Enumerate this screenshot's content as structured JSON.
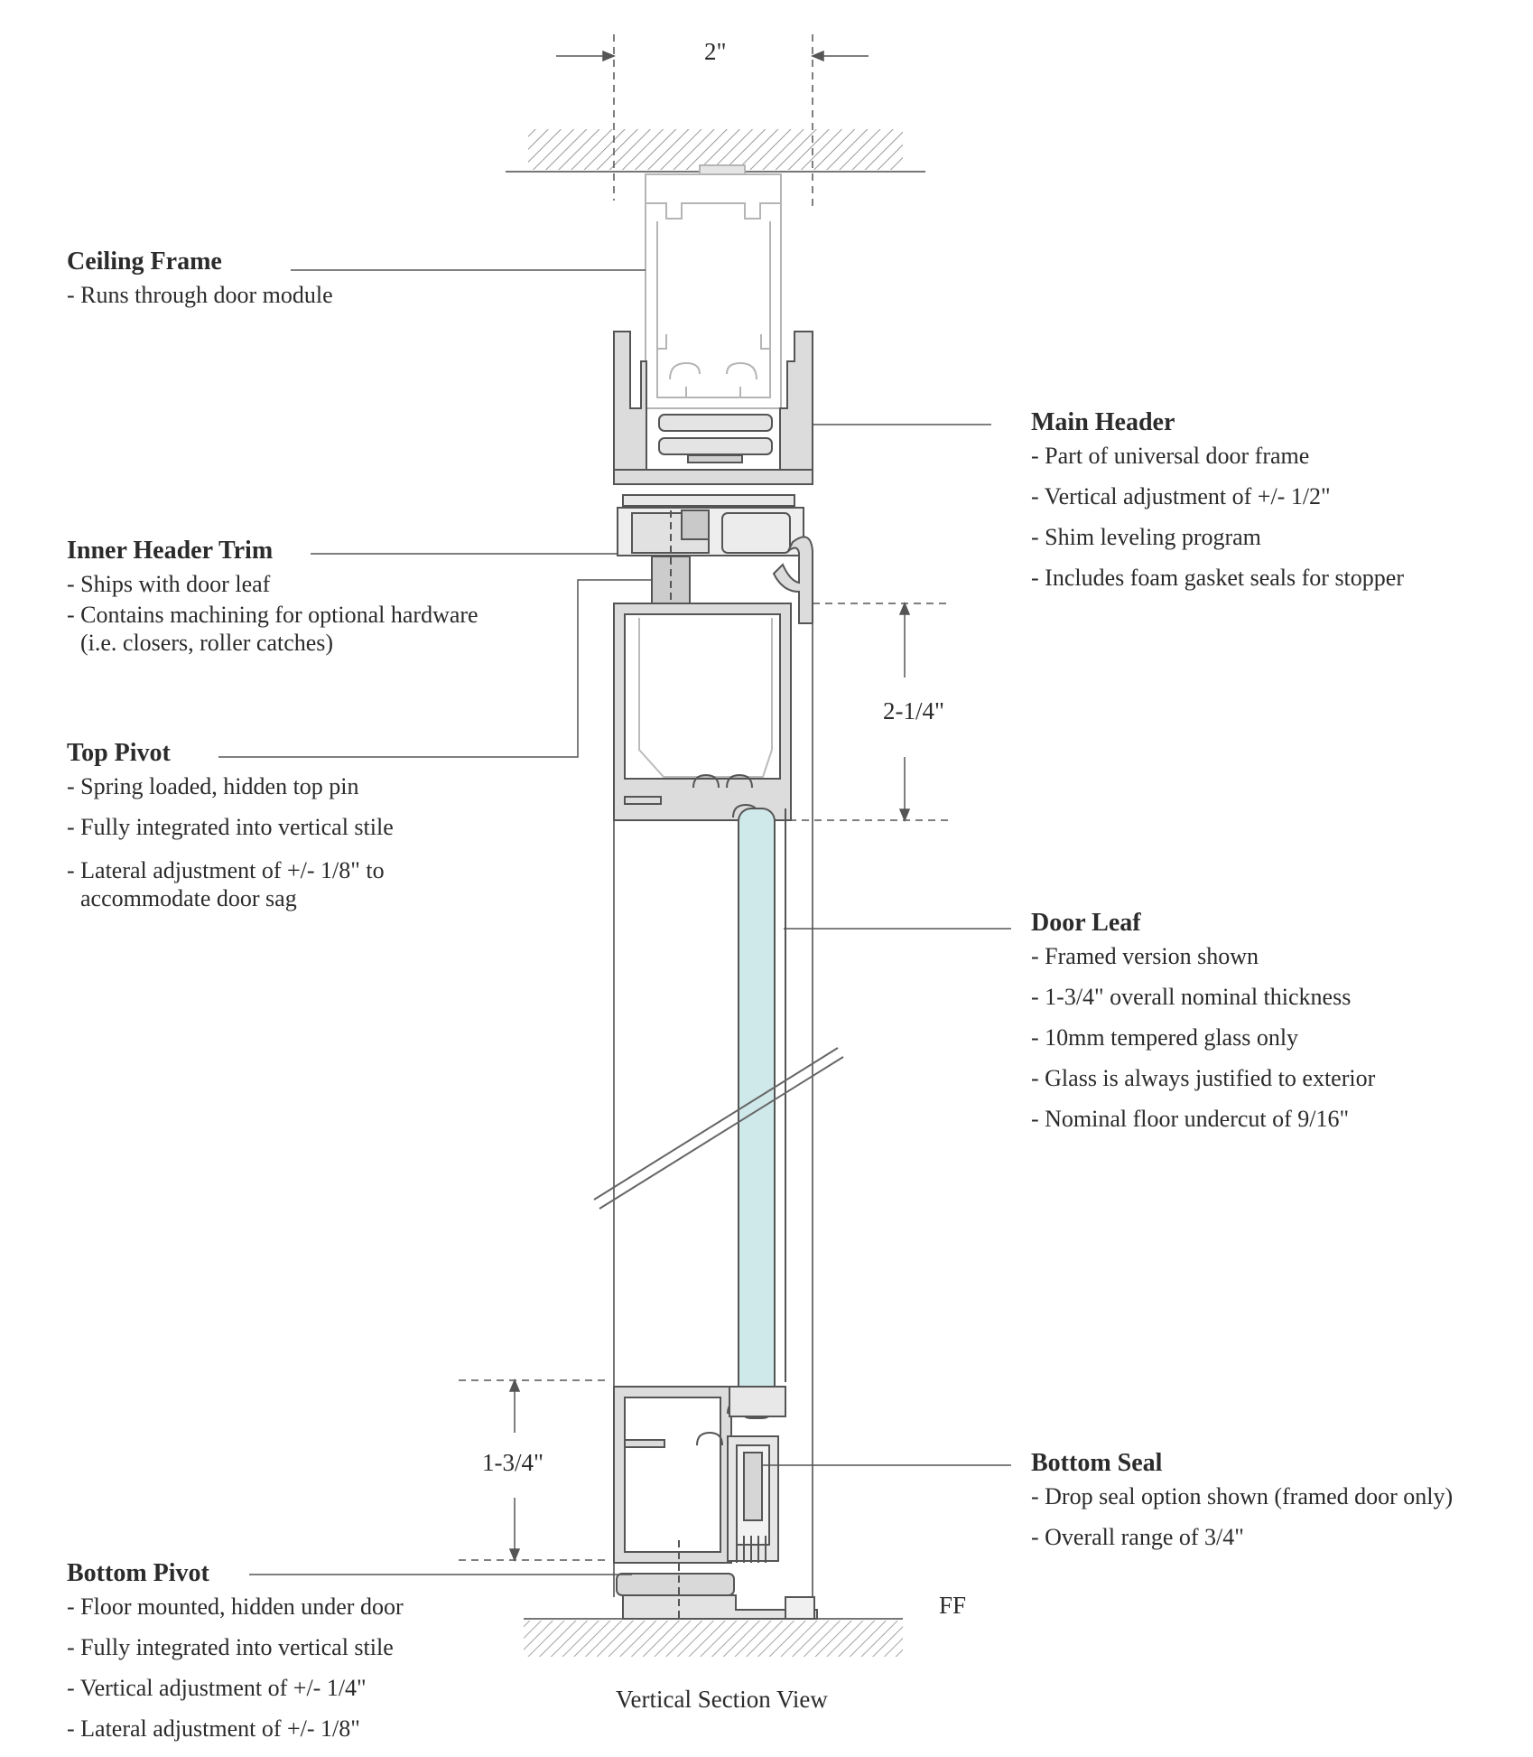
{
  "callouts": {
    "ceiling_frame": {
      "title": "Ceiling Frame",
      "items": [
        "- Runs through door module"
      ]
    },
    "main_header": {
      "title": "Main Header",
      "items": [
        "- Part of universal door frame",
        "- Vertical adjustment of +/- 1/2\"",
        "- Shim leveling program",
        "- Includes foam gasket seals for stopper"
      ]
    },
    "inner_header_trim": {
      "title": "Inner Header Trim",
      "items": [
        "- Ships with door leaf",
        "- Contains machining for optional hardware\n(i.e. closers, roller catches)"
      ]
    },
    "top_pivot": {
      "title": "Top Pivot",
      "items": [
        "- Spring loaded, hidden top pin",
        "- Fully integrated into vertical stile",
        "- Lateral adjustment of +/- 1/8\" to\naccommodate door sag"
      ]
    },
    "door_leaf": {
      "title": "Door Leaf",
      "items": [
        "- Framed version shown",
        "- 1-3/4\" overall nominal thickness",
        "- 10mm tempered glass only",
        "- Glass is always justified to exterior",
        "- Nominal floor undercut of 9/16\""
      ]
    },
    "bottom_seal": {
      "title": "Bottom Seal",
      "items": [
        "- Drop seal option shown (framed door only)",
        "- Overall range of 3/4\""
      ]
    },
    "bottom_pivot": {
      "title": "Bottom Pivot",
      "items": [
        "- Floor mounted, hidden under door",
        "- Fully integrated into vertical stile",
        "- Vertical adjustment of +/- 1/4\"",
        "- Lateral adjustment of +/- 1/8\""
      ]
    }
  },
  "dimensions": {
    "top_width": "2\"",
    "stile_height": "2-1/4\"",
    "bottom_rail": "1-3/4\"",
    "finished_floor": "FF"
  },
  "caption": "Vertical Section View",
  "colors": {
    "line": "#555555",
    "glass": "#cfe8ea",
    "metal": "#d9d9d9",
    "hatch": "#8a8a8a"
  }
}
